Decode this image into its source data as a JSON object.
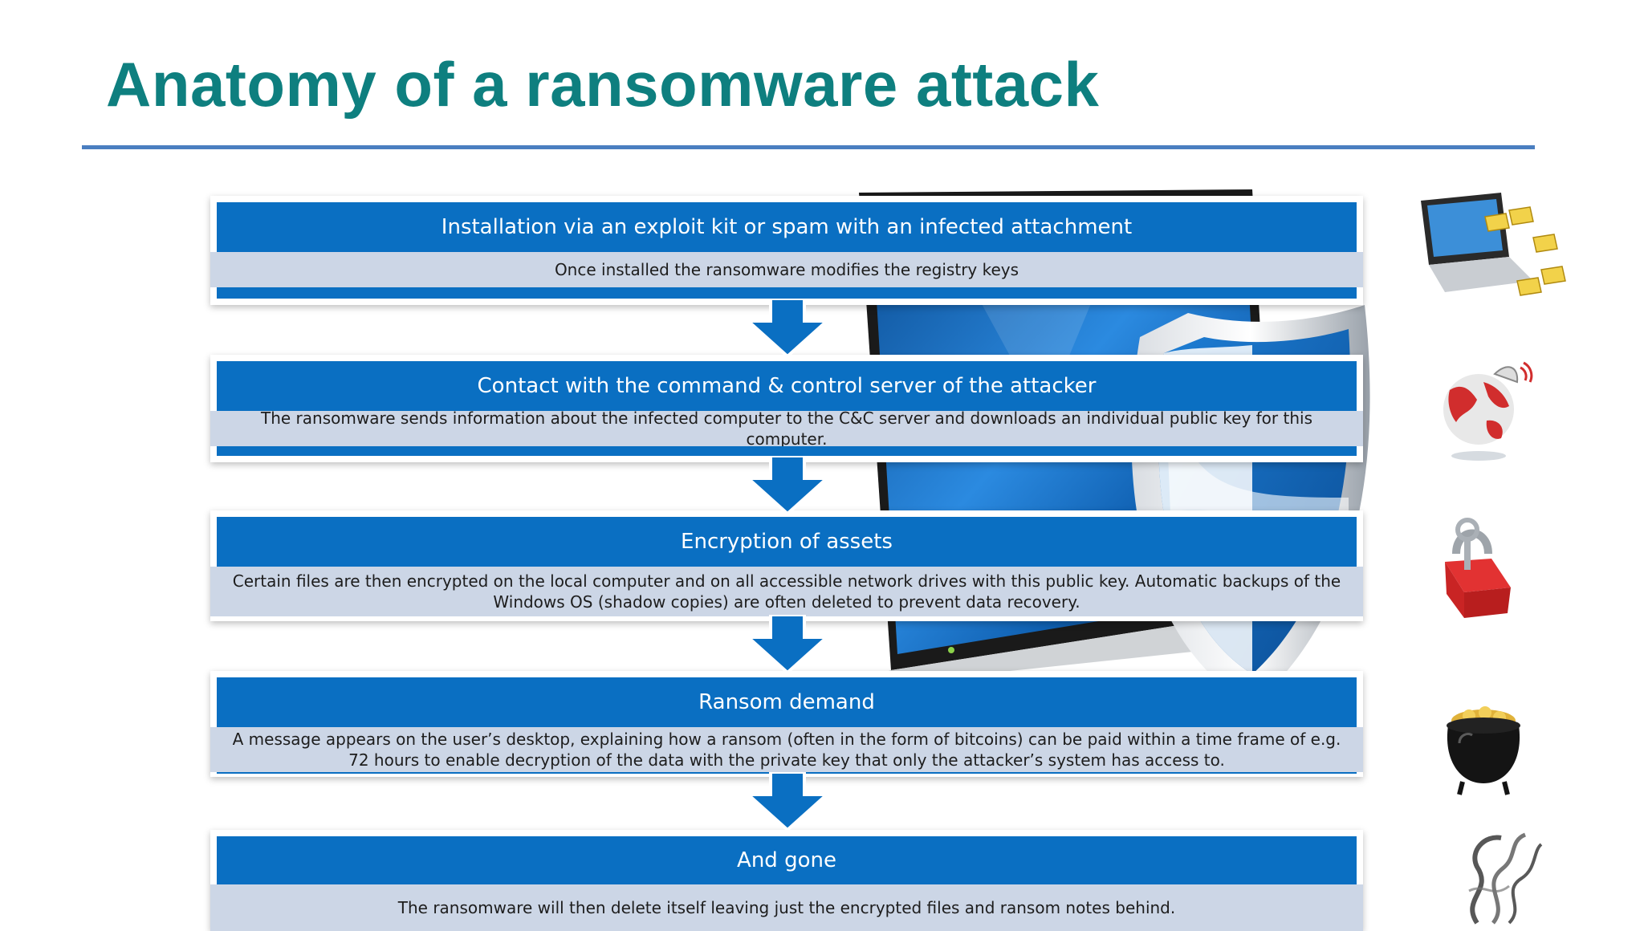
{
  "slide": {
    "title": "Anatomy of a ransomware attack"
  },
  "steps": [
    {
      "heading": "Installation via an exploit kit or spam with an infected  attachment",
      "detail": "Once installed the ransomware modifies the registry keys"
    },
    {
      "heading": "Contact with the command & control server of the  attacker",
      "detail": "The ransomware sends information about the infected computer to the C&C server and downloads an individual public key for this computer."
    },
    {
      "heading": "Encryption of assets",
      "detail": "Certain files are then encrypted on the local computer and on all accessible network drives with this public key. Automatic backups of the Windows OS (shadow copies) are often deleted to prevent data recovery."
    },
    {
      "heading": "Ransom demand",
      "detail": "A message appears on the user’s desktop, explaining how a ransom (often in the form of bitcoins) can be paid within a time frame of e.g. 72 hours to enable decryption of the data with the private key that only the attacker’s system has access to."
    },
    {
      "heading": "And gone",
      "detail": "The ransomware will then delete itself leaving just the encrypted files and ransom notes behind."
    }
  ],
  "icons": [
    "laptop-email-icon",
    "globe-satellite-icon",
    "padlock-key-icon",
    "gold-pot-icon",
    "smoke-icon"
  ],
  "colors": {
    "title": "#0e7f7f",
    "rule": "#4a7ec0",
    "step_header": "#0a6fc2",
    "step_body": "#ccd6e6",
    "arrow": "#0a6fc2"
  }
}
